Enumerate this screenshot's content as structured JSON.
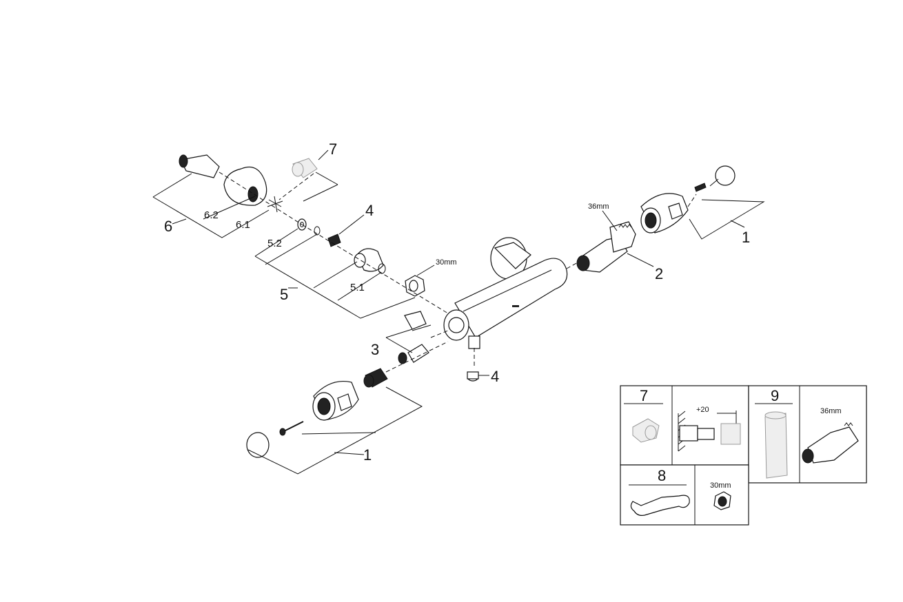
{
  "callouts": {
    "c1_right": "1",
    "c2": "2",
    "c1_left": "1",
    "c3": "3",
    "c4_top": "4",
    "c4_bottom": "4",
    "c5": "5",
    "c5_1": "5.1",
    "c5_2": "5.2",
    "c6": "6",
    "c6_1": "6.1",
    "c6_2": "6.2",
    "c7": "7"
  },
  "dimensions": {
    "cartridge_wrench": "36mm",
    "nut_wrench": "30mm"
  },
  "legend": {
    "box7_label": "7",
    "box8_label": "8",
    "box9_label": "9",
    "extension": "+20",
    "tool_36": "36mm",
    "tool_30": "30mm"
  }
}
